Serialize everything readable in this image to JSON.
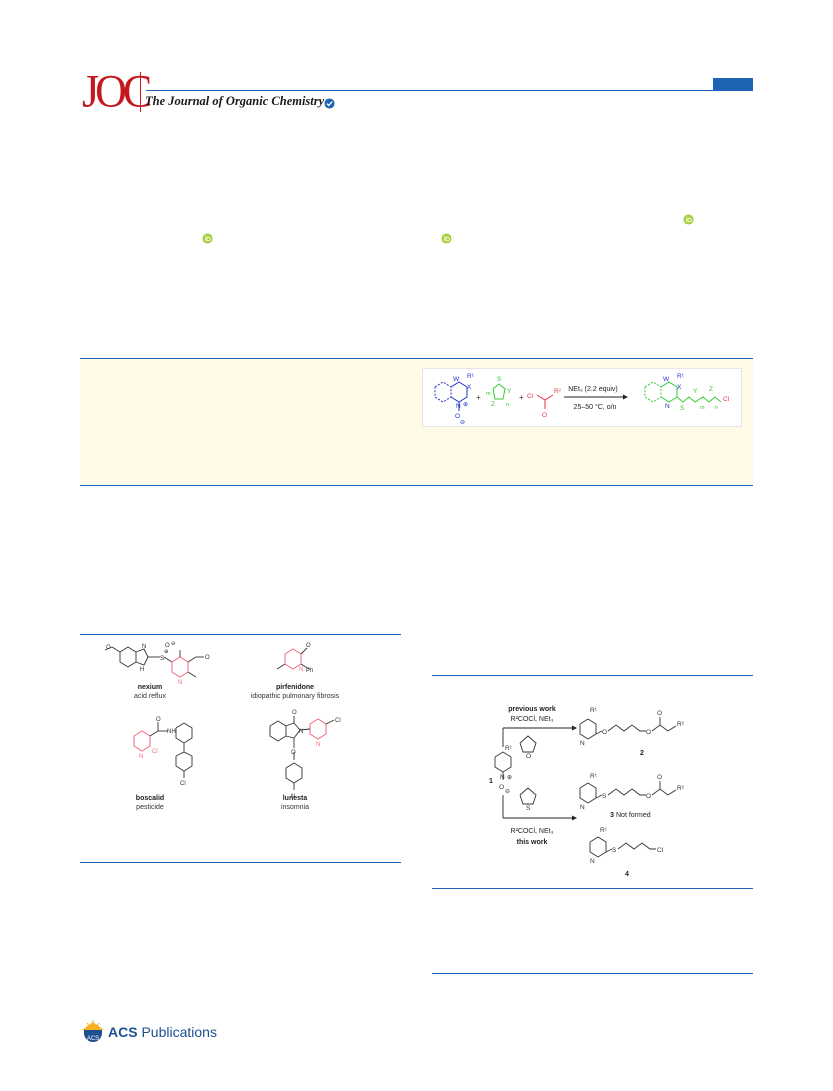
{
  "header": {
    "logo": "JOC",
    "journal_title": "The Journal of Organic Chemistry"
  },
  "toc": {
    "conditions_top": "NEt₃ (2.2 equiv)",
    "conditions_bottom": "25–50 °C, o/n",
    "labels": {
      "w": "W",
      "x": "X",
      "r1": "R¹",
      "n": "N",
      "plus_charge": "⊕",
      "o_minus": "O",
      "minus": "⊖",
      "s": "S",
      "y": "Y",
      "z": "Z",
      "cl": "Cl",
      "r2": "R²",
      "o": "O",
      "m": "m",
      "n_sub": "n"
    },
    "plus": "+"
  },
  "figure1": {
    "compounds": [
      {
        "name": "nexium",
        "use": "acid reflux"
      },
      {
        "name": "pirfenidone",
        "use": "idiopathic pulmonary fibrosis"
      },
      {
        "name": "boscalid",
        "use": "pesticide"
      },
      {
        "name": "lunesta",
        "use": "insomnia"
      }
    ],
    "atoms": {
      "o": "O",
      "n": "N",
      "h": "H",
      "s": "S",
      "nh": "NH",
      "cl": "Cl",
      "ph": "Ph",
      "minus": "⊖",
      "plus": "⊕"
    }
  },
  "scheme1": {
    "previous_work": "previous work",
    "this_work": "this work",
    "reagent": "R²COCl, NEt₃",
    "compound_labels": {
      "c1": "1",
      "c2": "2",
      "c3": "3",
      "c4": "4"
    },
    "not_formed": "Not formed",
    "atoms": {
      "r1": "R¹",
      "r2": "R²",
      "n": "N",
      "o": "O",
      "s": "S",
      "cl": "Cl",
      "plus": "⊕",
      "minus": "⊖"
    }
  },
  "footer": {
    "publisher_a": "ACS",
    "publisher_b": "Publications"
  },
  "colors": {
    "brand_red": "#c4181f",
    "brand_blue": "#1e64b4",
    "abstract_bg": "#fffbe6",
    "hetero_blue": "#2233cc",
    "thio_green": "#33cc33",
    "acyl_red": "#e8334a",
    "highlight_pink": "#f06a7a"
  }
}
